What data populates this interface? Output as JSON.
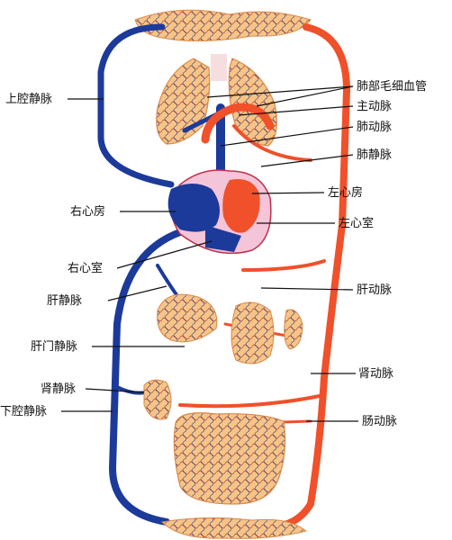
{
  "labels": {
    "superior_vena_cava": "上腔静脉",
    "pulmonary_capillaries": "肺部毛细血管",
    "aorta": "主动脉",
    "pulmonary_artery": "肺动脉",
    "pulmonary_vein": "肺静脉",
    "left_atrium": "左心房",
    "right_atrium": "右心房",
    "left_ventricle": "左心室",
    "right_ventricle": "右心室",
    "hepatic_vein": "肝静脉",
    "hepatic_artery": "肝动脉",
    "portal_vein": "肝门静脉",
    "renal_vein": "肾静脉",
    "renal_artery": "肾动脉",
    "inferior_vena_cava": "下腔静脉",
    "intestinal_artery": "肠动脉"
  },
  "colors": {
    "artery": "#f0502a",
    "vein": "#1c3a9a",
    "capillary_bed": "#f2b36a",
    "heart_fill": "#f4c4d8"
  }
}
